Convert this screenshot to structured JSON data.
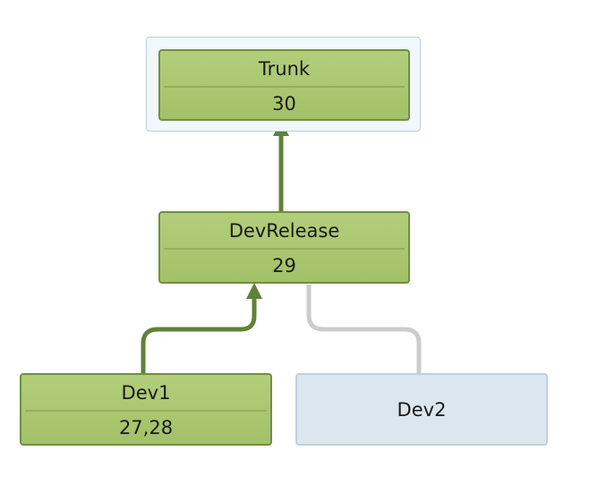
{
  "diagram": {
    "branches": [
      {
        "id": "trunk",
        "name": "Trunk",
        "changesets": "30",
        "state": "merged",
        "selected": true
      },
      {
        "id": "devrelease",
        "name": "DevRelease",
        "changesets": "29",
        "state": "merged",
        "selected": false
      },
      {
        "id": "dev1",
        "name": "Dev1",
        "changesets": "27,28",
        "state": "merged",
        "selected": false
      },
      {
        "id": "dev2",
        "name": "Dev2",
        "changesets": "",
        "state": "not-merged",
        "selected": false
      }
    ],
    "links": [
      {
        "from": "devrelease",
        "to": "trunk",
        "state": "merged"
      },
      {
        "from": "dev1",
        "to": "devrelease",
        "state": "merged"
      },
      {
        "from": "dev2",
        "to": "devrelease",
        "state": "not-merged"
      }
    ],
    "colors": {
      "merged_fill": "#a9c66f",
      "merged_border": "#6e9040",
      "merged_link": "#5f8238",
      "pending_fill": "#dbe6ef",
      "pending_border": "#bcd2e3",
      "pending_link": "#cccccc",
      "selection": "#f2f7fb"
    }
  }
}
